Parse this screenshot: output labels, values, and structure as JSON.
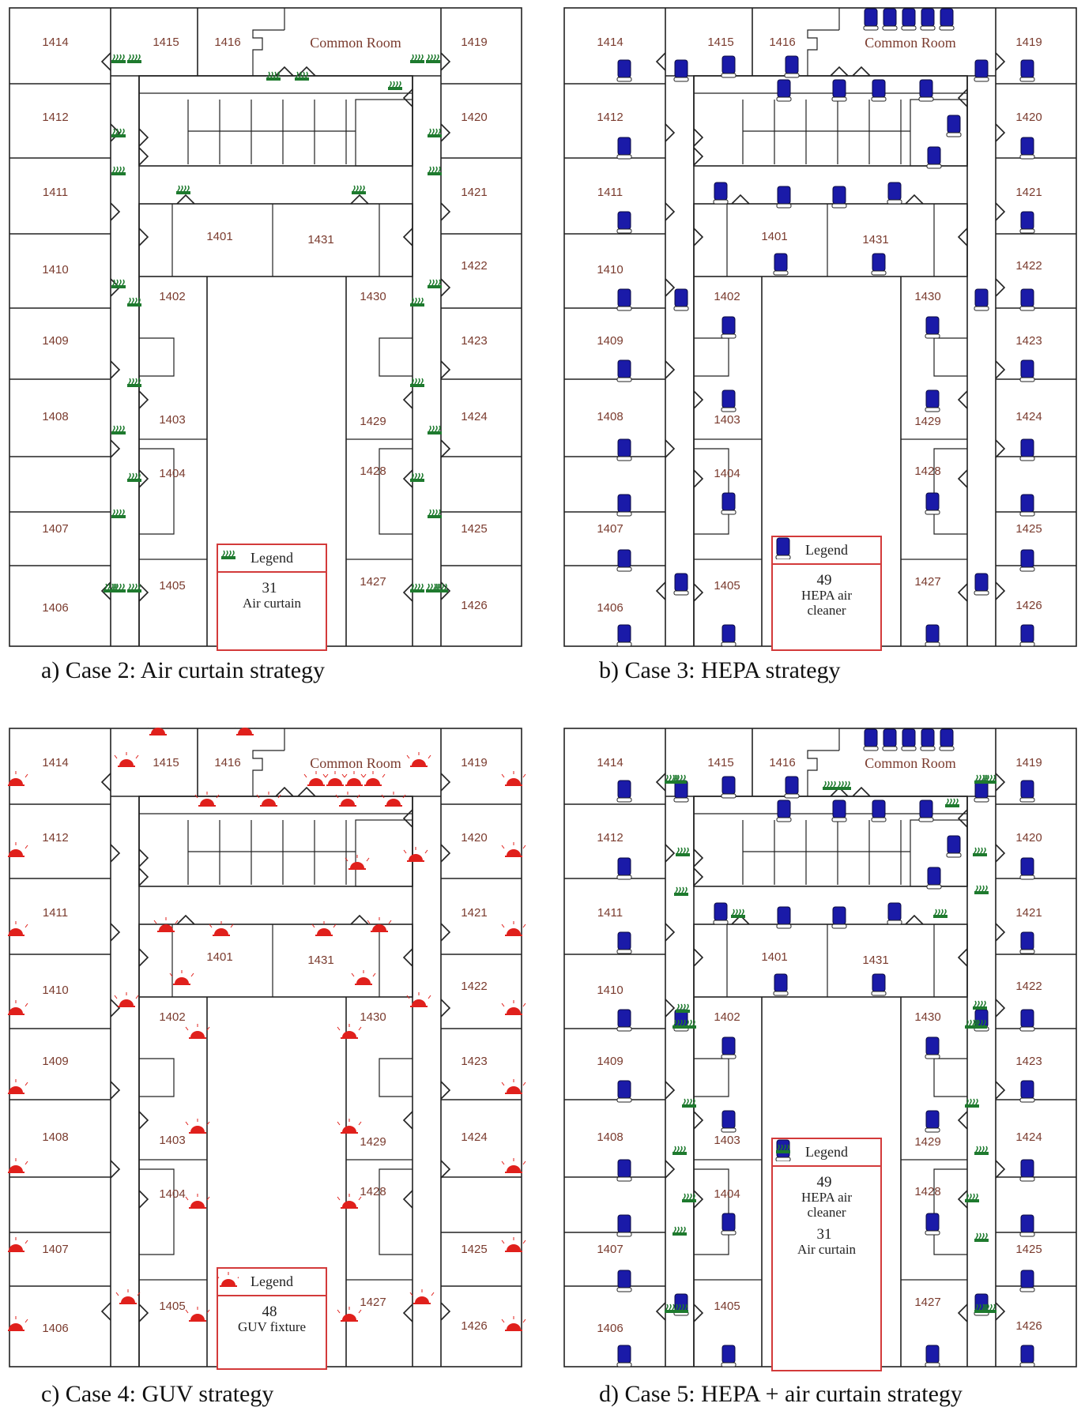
{
  "panels": [
    {
      "id": "a",
      "caption": "a)   Case 2: Air curtain strategy",
      "legend": {
        "title": "Legend",
        "items": [
          {
            "count": "31",
            "icon": "air-curtain-icon",
            "label": "Air curtain"
          }
        ]
      },
      "devices": {
        "hepa": false,
        "curtain": true,
        "guv": false
      }
    },
    {
      "id": "b",
      "caption": "b)   Case 3: HEPA strategy",
      "legend": {
        "title": "Legend",
        "items": [
          {
            "count": "49",
            "icon": "hepa-cleaner-icon",
            "label": "HEPA air cleaner"
          }
        ]
      },
      "devices": {
        "hepa": true,
        "curtain": false,
        "guv": false
      }
    },
    {
      "id": "c",
      "caption": "c)   Case 4: GUV strategy",
      "legend": {
        "title": "Legend",
        "items": [
          {
            "count": "48",
            "icon": "guv-fixture-icon",
            "label": "GUV fixture"
          }
        ]
      },
      "devices": {
        "hepa": false,
        "curtain": false,
        "guv": true
      }
    },
    {
      "id": "d",
      "caption": "d)   Case 5: HEPA + air curtain strategy",
      "legend": {
        "title": "Legend",
        "items": [
          {
            "count": "49",
            "icon": "hepa-cleaner-icon",
            "label": "HEPA air cleaner"
          },
          {
            "count": "31",
            "icon": "air-curtain-icon",
            "label": "Air curtain"
          }
        ]
      },
      "devices": {
        "hepa": true,
        "curtain": true,
        "guv": false
      }
    }
  ],
  "rooms": [
    "1414",
    "1415",
    "1416",
    "1419",
    "1412",
    "1420",
    "1411",
    "1421",
    "1401",
    "1431",
    "1410",
    "1422",
    "1402",
    "1430",
    "1409",
    "1423",
    "1408",
    "1403",
    "1429",
    "1424",
    "1404",
    "1428",
    "1407",
    "1425",
    "1405",
    "1427",
    "1406",
    "1426"
  ],
  "common_room": "Common Room",
  "colors": {
    "hepa": "#1a1aa8",
    "curtain": "#1e7a2e",
    "guv": "#e0201c",
    "legend_border": "#d33a3a",
    "room_label": "#7a3b2e"
  }
}
